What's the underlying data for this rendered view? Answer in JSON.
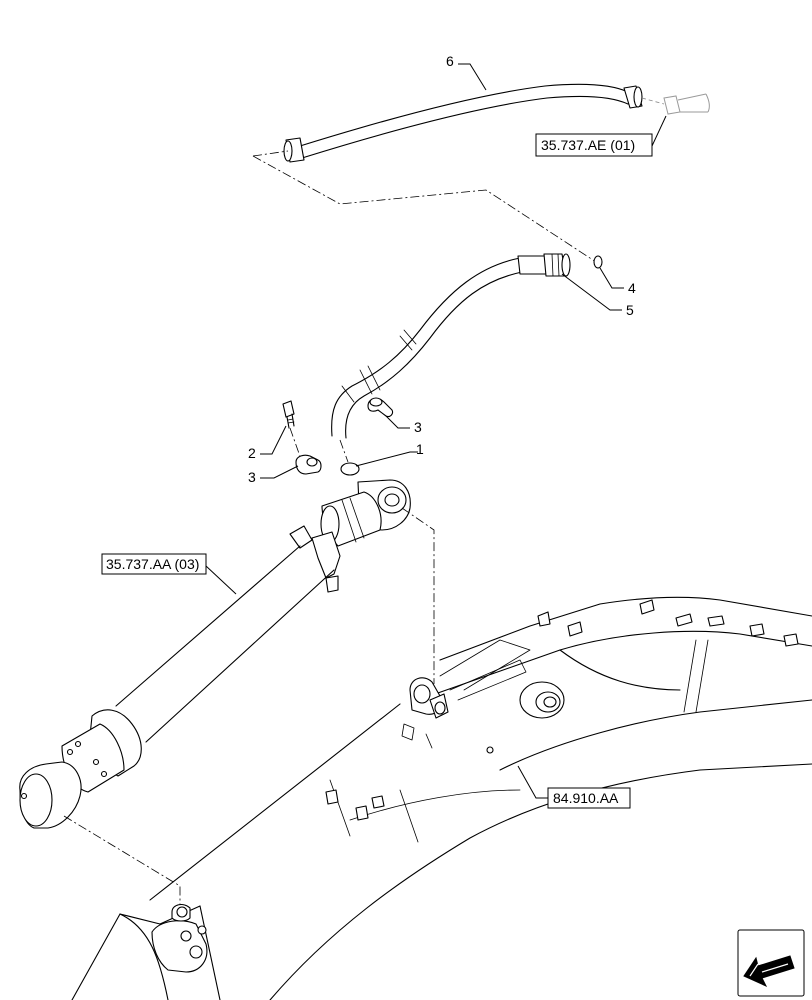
{
  "callouts": {
    "c1": "1",
    "c2": "2",
    "c3a": "3",
    "c3b": "3",
    "c4": "4",
    "c5": "5",
    "c6": "6"
  },
  "refs": {
    "hose_ref": "35.737.AE (01)",
    "cylinder_ref": "35.737.AA (03)",
    "boom_ref": "84.910.AA"
  },
  "nav": {
    "icon": "navigation-arrow-icon"
  }
}
